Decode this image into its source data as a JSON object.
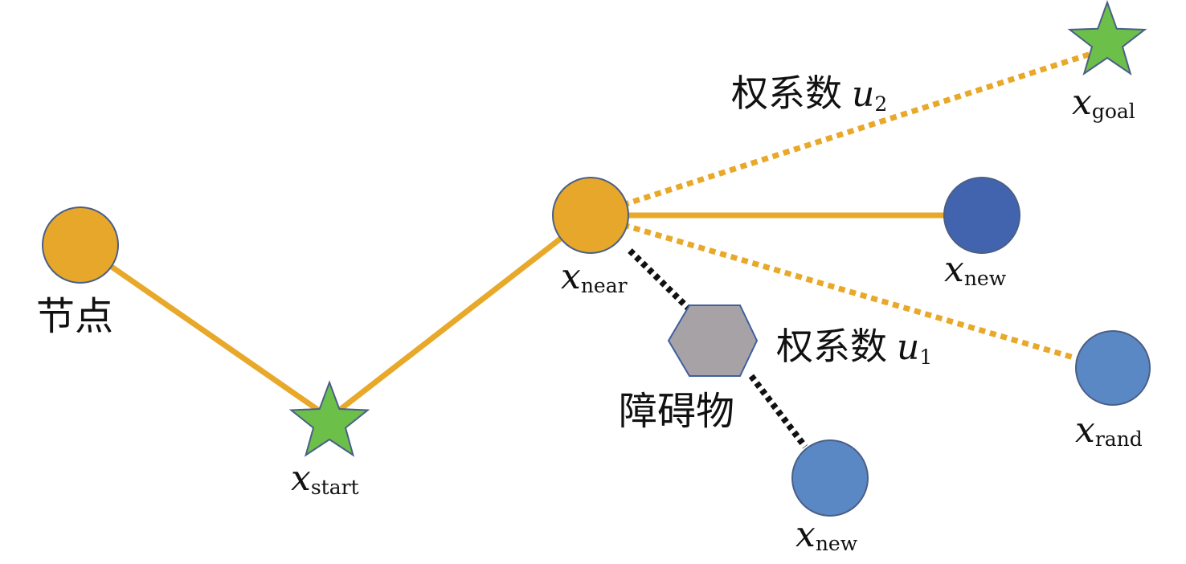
{
  "colors": {
    "edge": "#E8A92A",
    "tree_node": "#E6A72B",
    "node_outline": "#4A5F86",
    "start_goal_star": "#6CC04A",
    "x_new_dark": "#4264AE",
    "x_new_light": "#5A88C4",
    "x_rand": "#5A88C4",
    "obstacle": "#A7A2A6",
    "obstacle_outline": "#3F5F9E",
    "blocked_edge": "#111111"
  },
  "labels": {
    "node_zh": "节点",
    "obstacle_zh": "障碍物",
    "weight_u2_zh": "权系数",
    "weight_u2_var": "u",
    "weight_u2_sub": "2",
    "weight_u1_zh": "权系数",
    "weight_u1_var": "u",
    "weight_u1_sub": "1",
    "x_start_var": "x",
    "x_start_sub": "start",
    "x_near_var": "x",
    "x_near_sub": "near",
    "x_new_var": "x",
    "x_new_sub": "new",
    "x_new_blocked_var": "x",
    "x_new_blocked_sub": "new",
    "x_rand_var": "x",
    "x_rand_sub": "rand",
    "x_goal_var": "x",
    "x_goal_sub": "goal"
  }
}
